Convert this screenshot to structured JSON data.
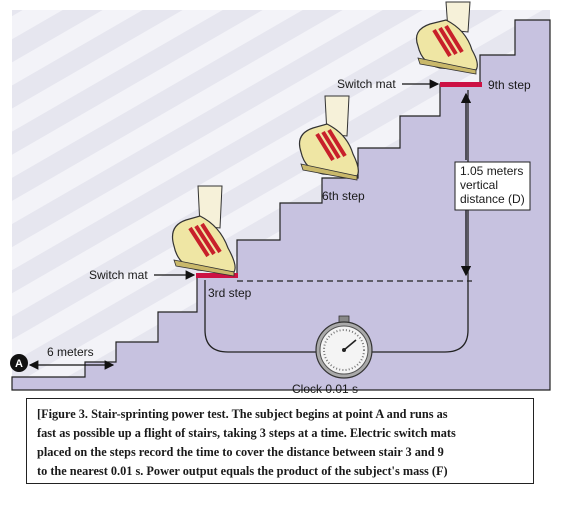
{
  "labels": {
    "switch_mat_top": "Switch mat",
    "ninth_step": "9th step",
    "sixth_step": "6th step",
    "third_step": "3rd step",
    "switch_mat_left": "Switch mat",
    "distance_line1": "1.05 meters",
    "distance_line2": "vertical",
    "distance_line3": "distance (D)",
    "six_meters": "6 meters",
    "point_a": "A",
    "clock": "Clock 0.01 s"
  },
  "caption": {
    "line1": "[Figure 3. Stair-sprinting  power test. The subject begins at point A and runs as",
    "line2": "fast as possible  up a flight  of stairs, taking 3 steps at a time. Electric switch mats",
    "line3": "placed on the steps record the time to cover the distance between stair 3 and 9",
    "line4": "to the nearest 0.01 s. Power output equals the product of the subject's mass (F)"
  },
  "colors": {
    "stairs": "#c7c2e0",
    "background_stripe": "#eeeef5",
    "switch_mat": "#cc1144",
    "shoe": "#efe6a4",
    "shoe_stripes": "#c8202a"
  },
  "icons": [
    "shoe-icon",
    "stopwatch-icon",
    "point-a-marker"
  ]
}
